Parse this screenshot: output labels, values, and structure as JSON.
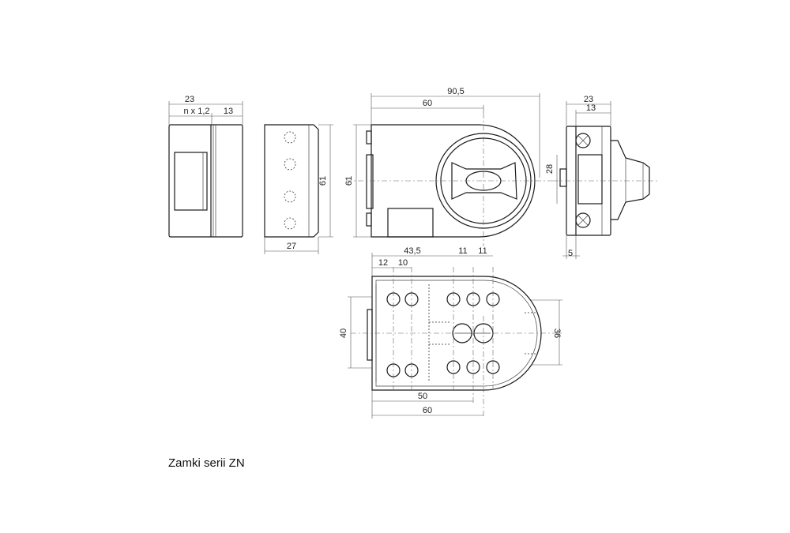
{
  "caption": "Zamki serii ZN",
  "side_view_left": {
    "dim_width": "23",
    "dim_variable": "n x 1,2",
    "dim_part": "13"
  },
  "back_view": {
    "dim_height": "61",
    "dim_width": "27"
  },
  "front_view": {
    "dim_total": "90,5",
    "dim_60": "60",
    "dim_height": "61"
  },
  "side_view_right": {
    "dim_23": "23",
    "dim_13": "13",
    "dim_28": "28",
    "dim_5": "5"
  },
  "top_view": {
    "dim_43_5": "43,5",
    "dim_12": "12",
    "dim_10": "10",
    "dim_11a": "11",
    "dim_11b": "11",
    "dim_40": "40",
    "dim_36": "36",
    "dim_50": "50",
    "dim_60": "60"
  }
}
